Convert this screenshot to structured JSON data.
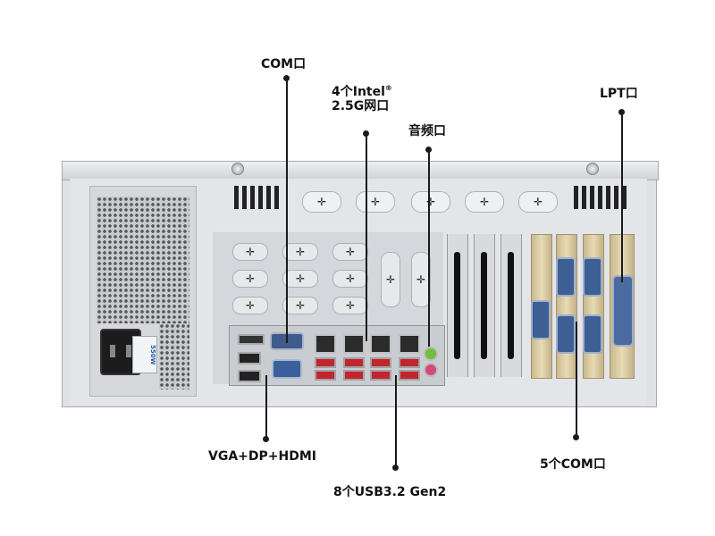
{
  "callouts": {
    "com_top": "COM口",
    "lan_line1": "4个Intel",
    "lan_registered": "®",
    "lan_line2": "2.5G网口",
    "audio": "音频口",
    "lpt": "LPT口",
    "video": "VGA+DP+HDMI",
    "usb": "8个USB3.2 Gen2",
    "com_cards": "5个COM口"
  },
  "psu": {
    "wattage": "550W"
  },
  "colors": {
    "usb_port": "#c4242b",
    "serial_port": "#3e5f93",
    "chassis": "#dfe1e4",
    "leader": "#1a1a1a"
  }
}
